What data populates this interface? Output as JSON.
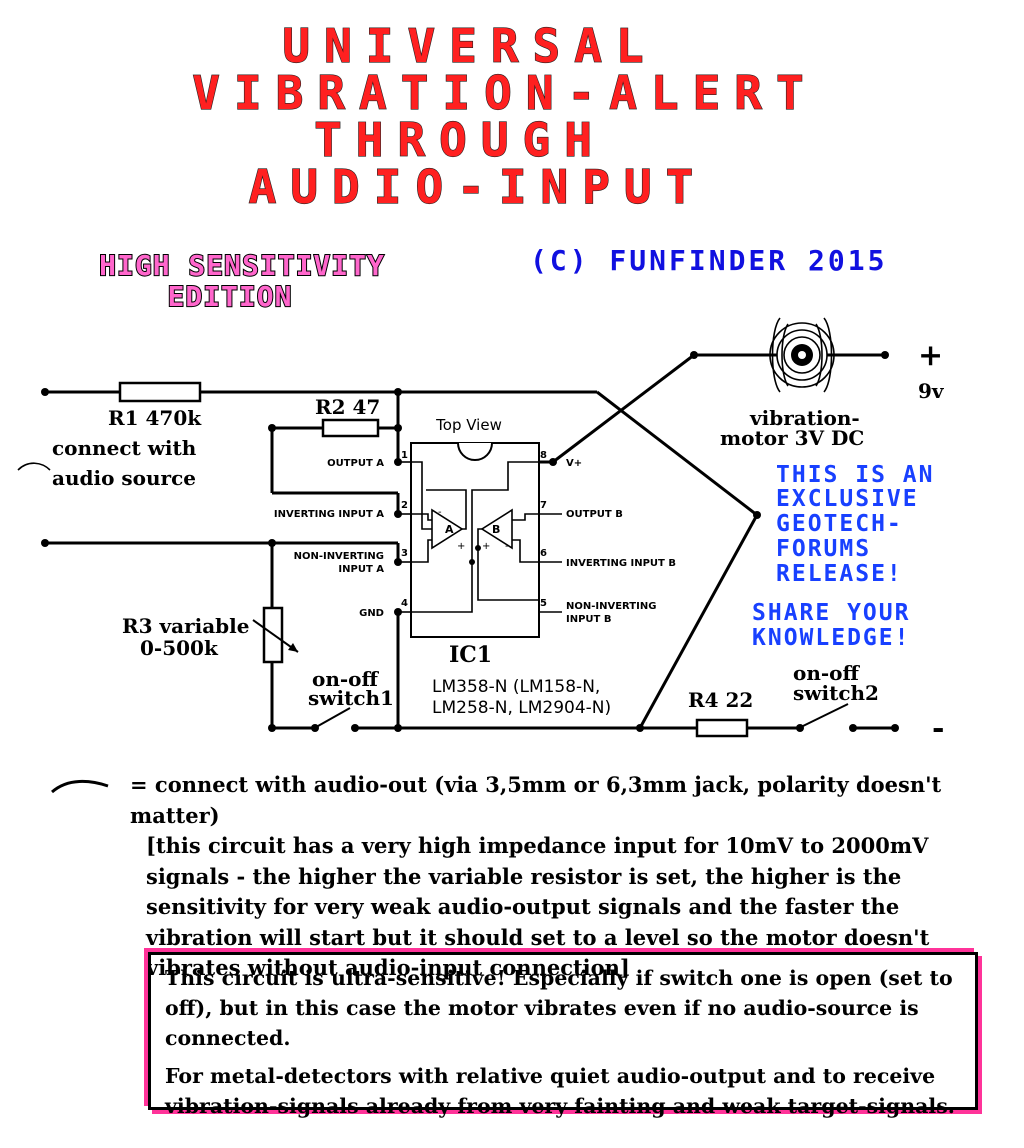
{
  "title": {
    "line1": "UNIVERSAL",
    "line2": "VIBRATION-ALERT",
    "line3": "THROUGH",
    "line4": "AUDIO-INPUT"
  },
  "edition": {
    "line1": "HIGH SENSITIVITY",
    "line2": "EDITION"
  },
  "copyright": "(C) FUNFINDER 2015",
  "release_note": [
    "THIS IS AN",
    "EXCLUSIVE",
    "GEOTECH-",
    "FORUMS",
    "RELEASE!"
  ],
  "share_note": [
    "SHARE YOUR",
    "KNOWLEDGE!"
  ],
  "components": {
    "r1": "R1  470k",
    "r2": "R2  47",
    "r3_line1": "R3 variable",
    "r3_line2": "0-500k",
    "r4": "R4  22",
    "audio_source_line1": "connect with",
    "audio_source_line2": "audio source",
    "motor_line1": "vibration-",
    "motor_line2": "motor  3V  DC",
    "battery_plus": "+",
    "battery_voltage": "9v",
    "battery_minus": "-",
    "switch1_line1": "on-off",
    "switch1_line2": "switch1",
    "switch2_line1": "on-off",
    "switch2_line2": "switch2"
  },
  "ic": {
    "top_view": "Top View",
    "name": "IC1",
    "part_line1": "LM358-N (LM158-N,",
    "part_line2": "LM258-N, LM2904-N)",
    "amp_a": "A",
    "amp_b": "B",
    "pins_left": [
      {
        "num": "1",
        "label": "OUTPUT A"
      },
      {
        "num": "2",
        "label": "INVERTING INPUT A"
      },
      {
        "num": "3",
        "label_line1": "NON-INVERTING",
        "label_line2": "INPUT A"
      },
      {
        "num": "4",
        "label": "GND"
      }
    ],
    "pins_right": [
      {
        "num": "8",
        "label": "V+"
      },
      {
        "num": "7",
        "label": "OUTPUT B"
      },
      {
        "num": "6",
        "label": "INVERTING INPUT B"
      },
      {
        "num": "5",
        "label_line1": "NON-INVERTING",
        "label_line2": "INPUT B"
      }
    ]
  },
  "notes": {
    "legend": "= connect with audio-out (via 3,5mm or 6,3mm jack, polarity doesn't matter)",
    "body": "[this circuit has a very high impedance input for 10mV to 2000mV signals - the higher the variable resistor is set, the higher is the sensitivity for very weak audio-output signals and the faster the vibration will start but it should set to a level so the motor doesn't vibrates  without audio-input connection]"
  },
  "warning_box": {
    "para1": "This circuit is ultra-sensitive! Especially if switch one is open (set to off), but in this case the motor vibrates  even  if no audio-source is connected.",
    "para2": "For metal-detectors with relative quiet audio-output and to receive vibration-signals already from very fainting and weak target-signals."
  }
}
